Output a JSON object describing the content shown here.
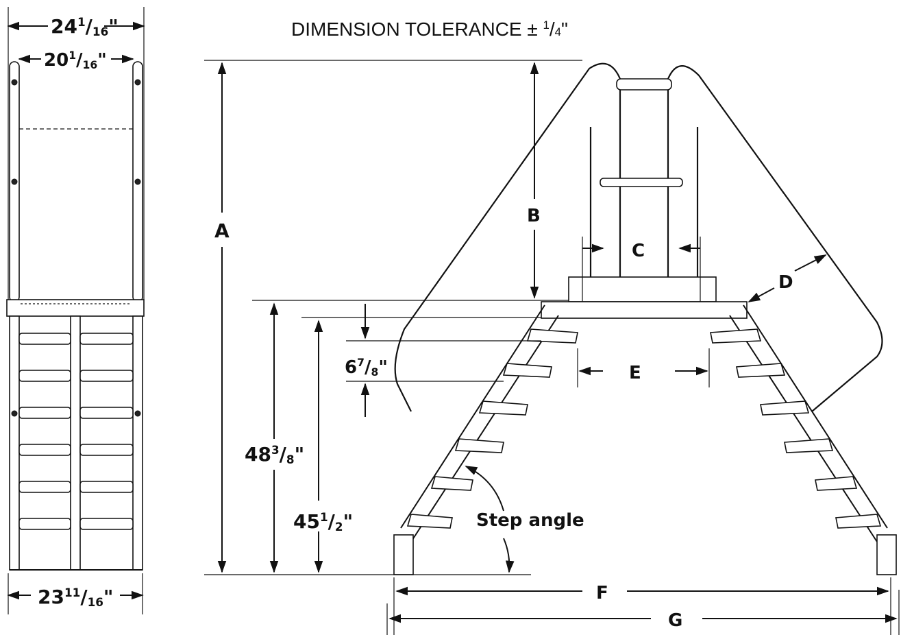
{
  "title": {
    "prefix": "DIMENSION TOLERANCE ± ",
    "frac_num": "1",
    "frac_sep": "/",
    "frac_den": "4",
    "suffix": "\""
  },
  "front_view": {
    "top_width": {
      "whole": "24",
      "num": "1",
      "sep": "/",
      "den": "16",
      "unit": "\""
    },
    "inner_width": {
      "whole": "20",
      "num": "1",
      "sep": "/",
      "den": "16",
      "unit": "\""
    },
    "base_width": {
      "whole": "23",
      "num": "11",
      "sep": "/",
      "den": "16",
      "unit": "\""
    }
  },
  "side_view": {
    "labels": {
      "A": "A",
      "B": "B",
      "C": "C",
      "D": "D",
      "E": "E",
      "F": "F",
      "G": "G"
    },
    "step_rise": {
      "whole": "6",
      "num": "7",
      "sep": "/",
      "den": "8",
      "unit": "\""
    },
    "platform_height": {
      "whole": "48",
      "num": "3",
      "sep": "/",
      "den": "8",
      "unit": "\""
    },
    "top_step_height": {
      "whole": "45",
      "num": "1",
      "sep": "/",
      "den": "2",
      "unit": "\""
    },
    "step_angle_label": "Step angle"
  }
}
